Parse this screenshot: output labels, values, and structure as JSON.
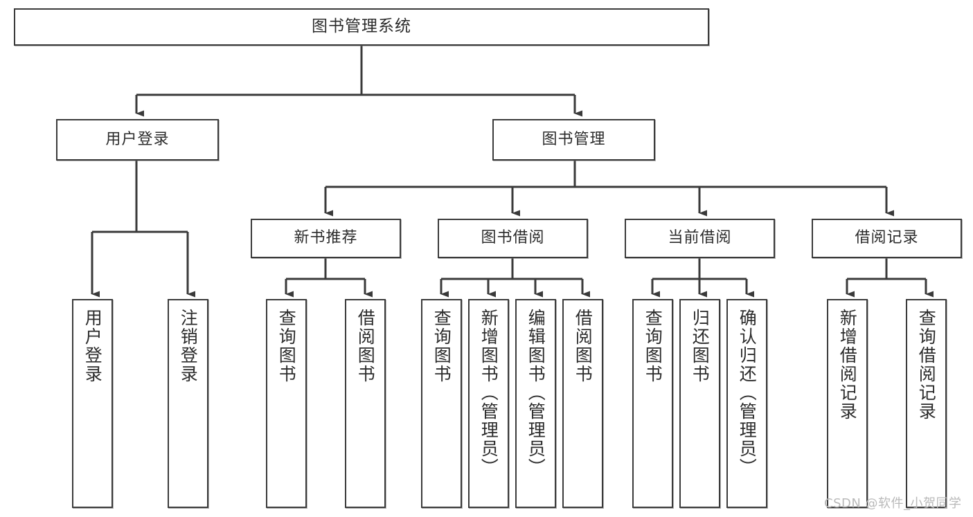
{
  "diagram": {
    "title": "图书管理系统",
    "type": "tree-hierarchy",
    "watermark": "CSDN @软件_小贺同学",
    "colors": {
      "box_border": "#3a3a3a",
      "box_fill": "#ffffff",
      "connector": "#3a3a3a",
      "text": "#2b2b2b",
      "watermark": "#b9b9b9",
      "background": "#ffffff"
    },
    "root": {
      "id": "root",
      "label": "图书管理系统"
    },
    "level2": [
      {
        "id": "user-login",
        "label": "用户登录"
      },
      {
        "id": "book-management",
        "label": "图书管理"
      }
    ],
    "level3": [
      {
        "id": "new-book-recommend",
        "label": "新书推荐",
        "parent": "book-management"
      },
      {
        "id": "book-borrow",
        "label": "图书借阅",
        "parent": "book-management"
      },
      {
        "id": "current-borrow",
        "label": "当前借阅",
        "parent": "book-management"
      },
      {
        "id": "borrow-record",
        "label": "借阅记录",
        "parent": "book-management"
      }
    ],
    "leaves": {
      "user_login": [
        {
          "id": "leaf-user-login",
          "label": "用户登录"
        },
        {
          "id": "leaf-user-logout",
          "label": "注销登录"
        }
      ],
      "new_book_recommend": [
        {
          "id": "leaf-query-book-1",
          "label": "查询图书"
        },
        {
          "id": "leaf-borrow-book-1",
          "label": "借阅图书"
        }
      ],
      "book_borrow": [
        {
          "id": "leaf-query-book-2",
          "label": "查询图书"
        },
        {
          "id": "leaf-add-book",
          "label": "新增图书（管理员）"
        },
        {
          "id": "leaf-edit-book",
          "label": "编辑图书（管理员）"
        },
        {
          "id": "leaf-borrow-book-2",
          "label": "借阅图书"
        }
      ],
      "current_borrow": [
        {
          "id": "leaf-query-book-3",
          "label": "查询图书"
        },
        {
          "id": "leaf-return-book",
          "label": "归还图书"
        },
        {
          "id": "leaf-confirm-return",
          "label": "确认归还（管理员）"
        }
      ],
      "borrow_record": [
        {
          "id": "leaf-add-record",
          "label": "新增借阅记录"
        },
        {
          "id": "leaf-query-record",
          "label": "查询借阅记录"
        }
      ]
    }
  }
}
